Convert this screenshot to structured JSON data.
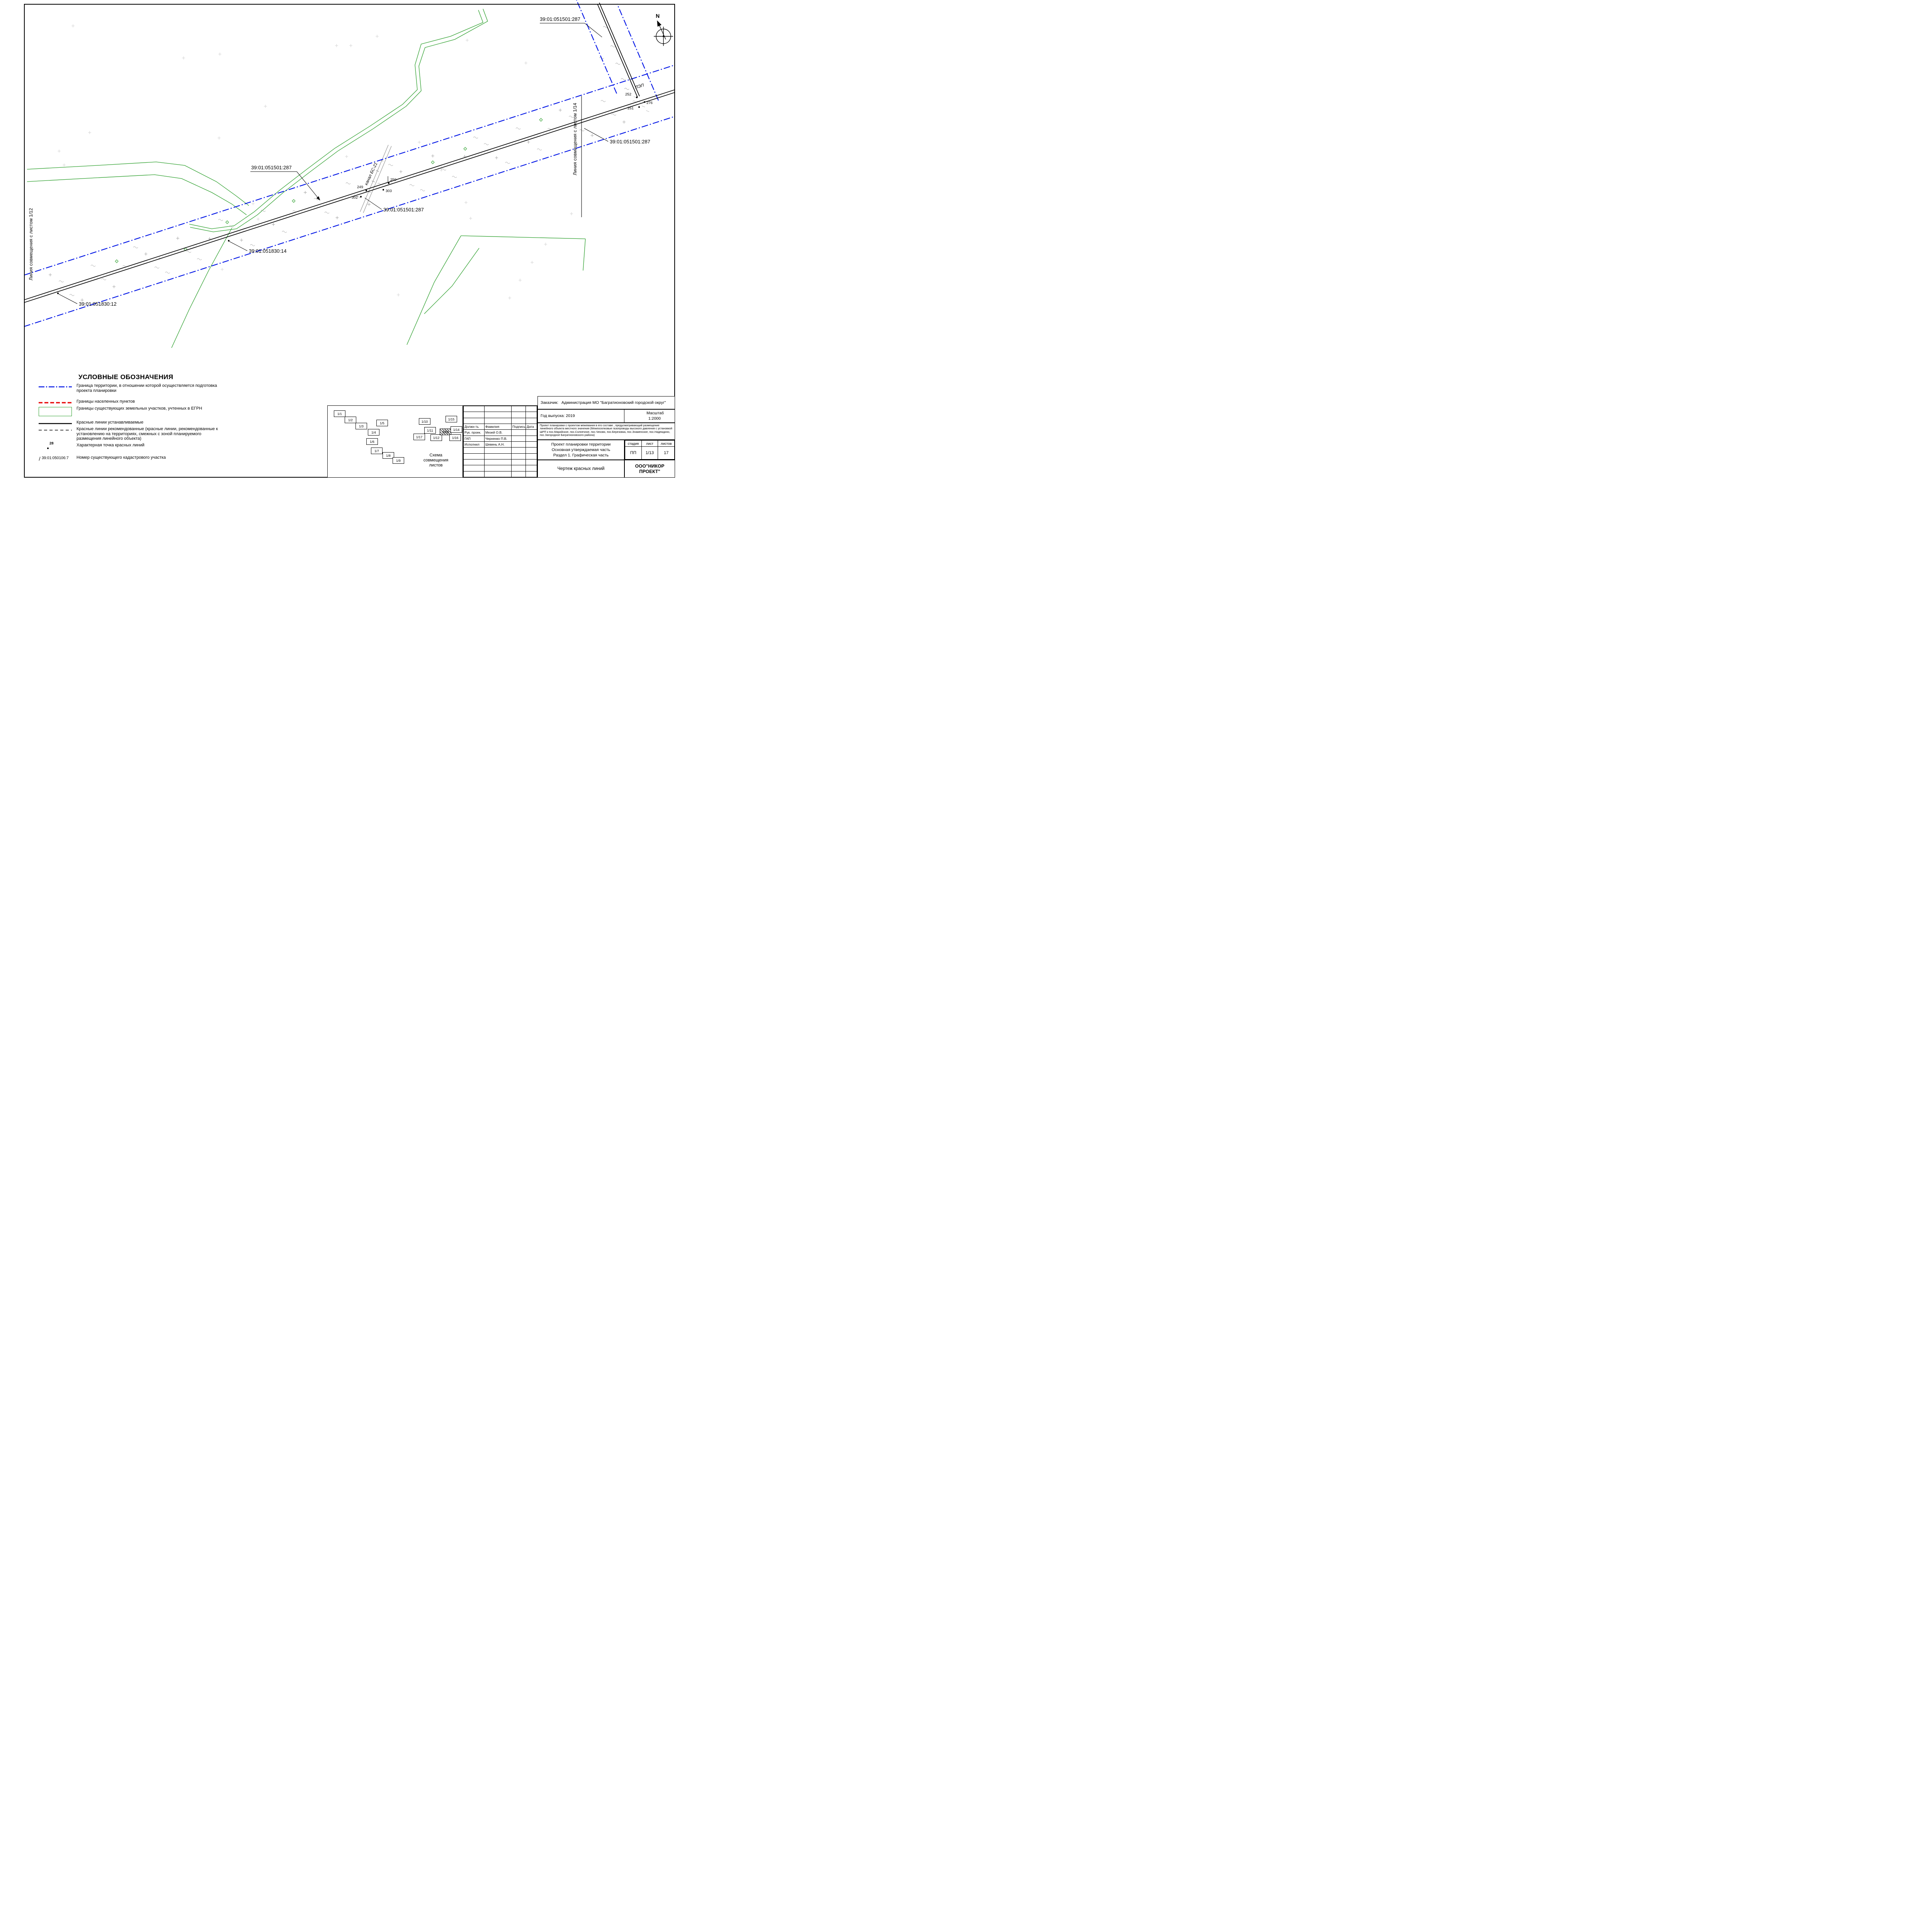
{
  "map": {
    "north_label": "N",
    "labels": {
      "parcel_287_top": "39:01:051501:287",
      "parcel_287_mid": "39:01:051501:287",
      "parcel_287_right": "39:01:051501:287",
      "parcel_287_center": "39:01:051501:287",
      "parcel_051830_14": "39:01:051830:14",
      "parcel_051830_12": "39:01:051830:12",
      "canal": "канал БС-21",
      "power_line": "ЛЭП",
      "match_line_left": "Линия совмещения с листом  1/12",
      "match_line_right": "Линия совмещения с листом  1/14"
    },
    "points": {
      "p249": "249",
      "p250": "250",
      "p302": "302",
      "p303": "303",
      "p251": "251",
      "p252": "252",
      "p276": "276"
    }
  },
  "legend": {
    "title": "УСЛОВНЫЕ ОБОЗНАЧЕНИЯ",
    "items": [
      {
        "symbol": "blue-dashdot-line",
        "label": "Граница территории, в отношении которой осуществляется подготовка проекта планировки"
      },
      {
        "symbol": "red-dashed-line",
        "label": "Границы населенных пунктов"
      },
      {
        "symbol": "green-parcel-rect",
        "label": "Границы существующих земельных участков, учтенных в ЕГРН"
      },
      {
        "symbol": "black-solid-line",
        "label": "Красные линии устанавливаемые"
      },
      {
        "symbol": "black-dashed-line",
        "label": "Красные линии рекомендованные (красные линии, рекомендованные к установлению на территориях, смежных с зоной планируемого размещения линейного объекта)"
      },
      {
        "symbol": "red-line-point",
        "symbol_text": "28",
        "label": "Характерная точка красных линий"
      },
      {
        "symbol": "cadastral-number",
        "symbol_text": "39:01:050106:7",
        "label": "Номер существующего кадастрового участка"
      }
    ]
  },
  "scheme": {
    "caption": "Схема совмещения листов",
    "sheets": [
      {
        "label": "1/1"
      },
      {
        "label": "1/2"
      },
      {
        "label": "1/3"
      },
      {
        "label": "1/4"
      },
      {
        "label": "1/5"
      },
      {
        "label": "1/6"
      },
      {
        "label": "1/7"
      },
      {
        "label": "1/8"
      },
      {
        "label": "1/9"
      },
      {
        "label": "1/10"
      },
      {
        "label": "1/11"
      },
      {
        "label": "1/12"
      },
      {
        "label": "1/13",
        "current": true
      },
      {
        "label": "1/14"
      },
      {
        "label": "1/15"
      },
      {
        "label": "1/16"
      },
      {
        "label": "1/17"
      }
    ]
  },
  "title_block": {
    "customer_label": "Заказчик:",
    "customer_value": "Администрация МО \"Багратионовский городской округ\"",
    "year_label": "Год выпуска:",
    "year_value": "2019",
    "scale_label": "Масштаб",
    "scale_value": "1:2000",
    "staff_table": {
      "headers": [
        "Должн-ть",
        "Фамилия",
        "Подпись",
        "Дата"
      ],
      "rows": [
        {
          "role": "Рук. проек.",
          "name": "Мезей О.В."
        },
        {
          "role": "ГАП",
          "name": "Черненко П.В."
        },
        {
          "role": "Исполнил",
          "name": "Шевень А.Н."
        }
      ]
    },
    "project_description": "Проект планировки с проектом межевания в его составе , предусматривающий размещение линейного объекта местного значения (Межпоселковые газопроводы высокого давления с установкой ШРП к пос.Марийское, пос.Солнечное, пос.Чехово, пос.Березовка, пос.Знаменское, пос.Надеждино, пос.Загородное  Багратионовского района)",
    "project_title_lines": [
      "Проект планировки территории",
      "Основная утверждаемая часть",
      "Раздел 1.  Графическая часть"
    ],
    "stage_table": {
      "headers": [
        "стадия",
        "лист",
        "листов"
      ],
      "values": [
        "ПП",
        "1/13",
        "17"
      ]
    },
    "sheet_title": "Чертеж красных линий",
    "company": "ООО\"НИКОР ПРОЕКТ\""
  },
  "colors": {
    "planning_boundary_blue": "#0014e6",
    "settlement_red": "#e60000",
    "parcel_green": "#2ea02e",
    "red_line_black": "#000000"
  }
}
